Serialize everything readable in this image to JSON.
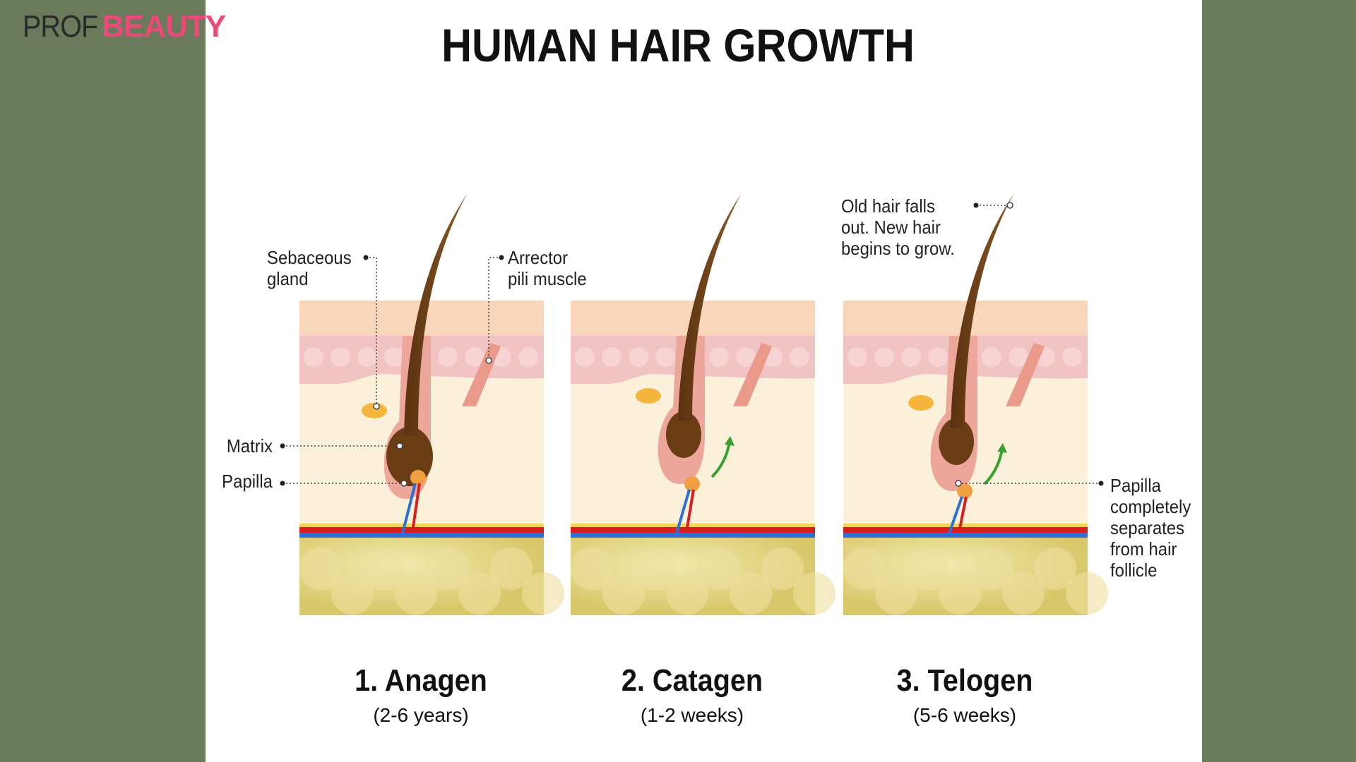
{
  "logo": {
    "prof": "PROF",
    "beauty": "BEAUTY"
  },
  "title": "HUMAN HAIR GROWTH",
  "annotations": {
    "sebaceous_gland": "Sebaceous gland",
    "arrector_pili": "Arrector pili muscle",
    "matrix": "Matrix",
    "papilla": "Papilla",
    "old_hair": "Old hair falls out. New hair begins to grow.",
    "papilla_separates": "Papilla completely separates from hair follicle"
  },
  "phases": [
    {
      "name": "1. Anagen",
      "duration": "(2-6 years)"
    },
    {
      "name": "2. Catagen",
      "duration": "(1-2 weeks)"
    },
    {
      "name": "3. Telogen",
      "duration": "(5-6 weeks)"
    }
  ],
  "colors": {
    "background": "#6b7a5a",
    "brand_pink": "#e84a7a"
  }
}
